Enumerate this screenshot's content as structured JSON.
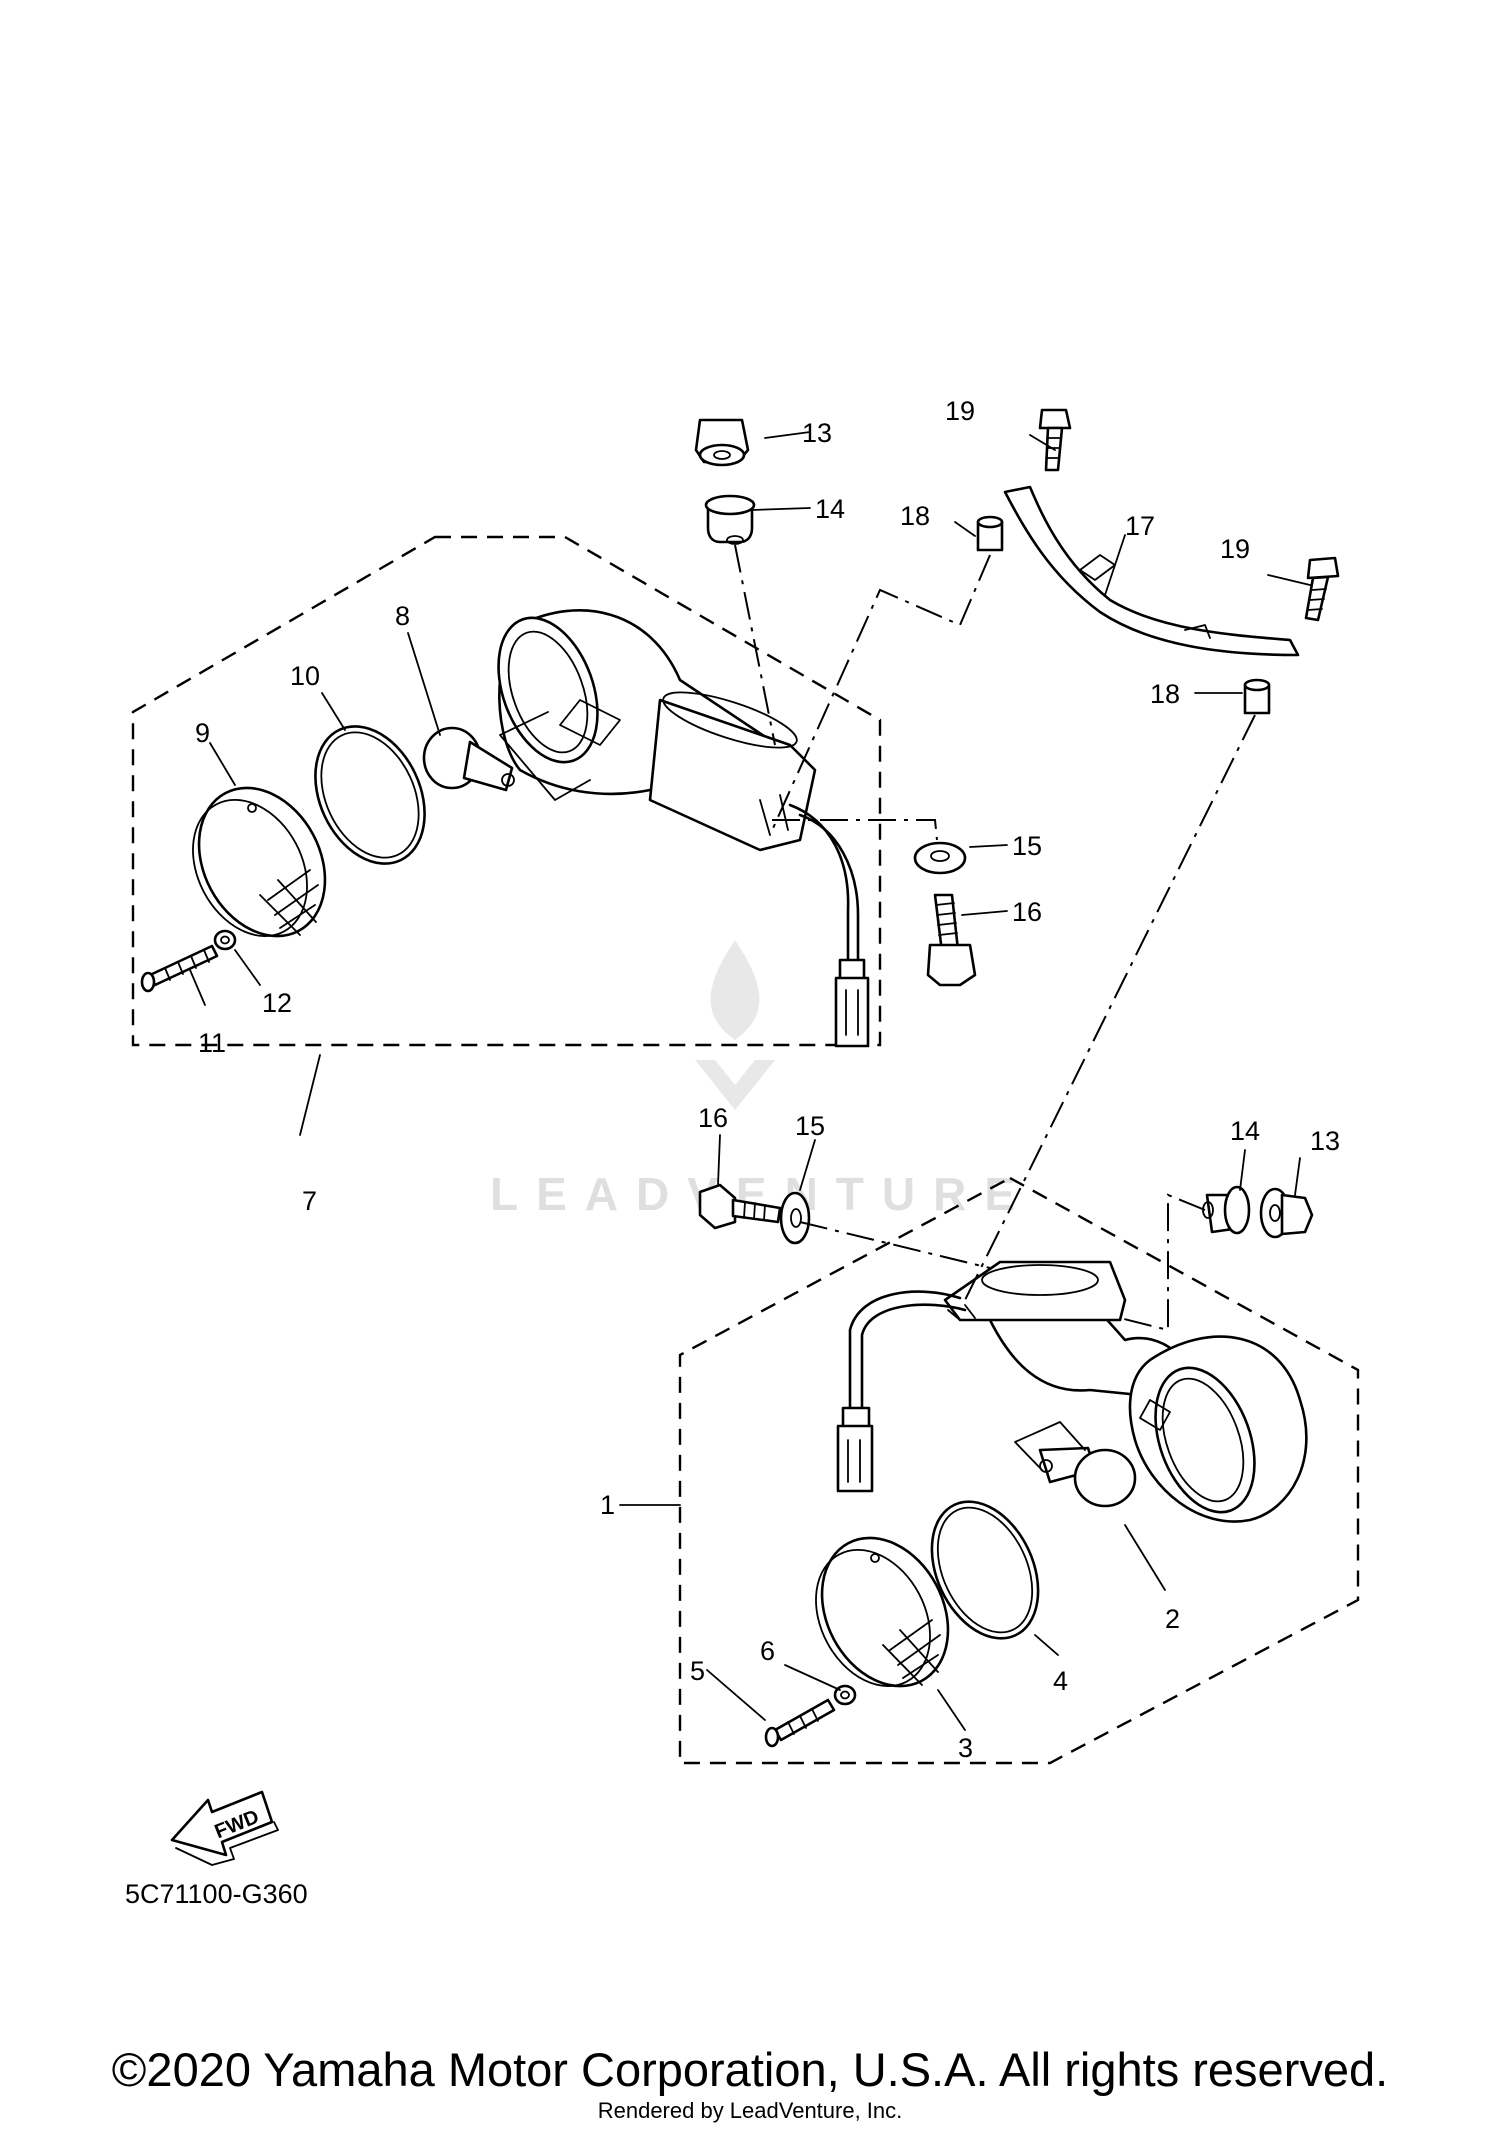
{
  "diagram": {
    "callouts": {
      "n1": "1",
      "n2": "2",
      "n3": "3",
      "n4": "4",
      "n5": "5",
      "n6": "6",
      "n7": "7",
      "n8": "8",
      "n9": "9",
      "n10": "10",
      "n11": "11",
      "n12": "12",
      "n13a": "13",
      "n13b": "13",
      "n14a": "14",
      "n14b": "14",
      "n15a": "15",
      "n15b": "15",
      "n16a": "16",
      "n16b": "16",
      "n17": "17",
      "n18a": "18",
      "n18b": "18",
      "n19a": "19",
      "n19b": "19"
    },
    "fwd_label": "FWD",
    "diagram_code": "5C71100-G360",
    "watermark_text": "LEADVENTURE"
  },
  "footer": {
    "copyright": "©2020 Yamaha Motor Corporation, U.S.A. All rights reserved.",
    "rendered_by": "Rendered by LeadVenture, Inc."
  }
}
